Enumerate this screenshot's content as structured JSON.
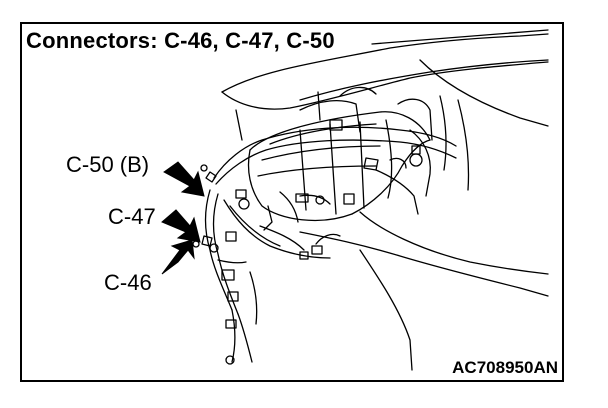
{
  "title": "Connectors: C-46, C-47, C-50",
  "connectors": [
    {
      "id": "C-50 (B)"
    },
    {
      "id": "C-47"
    },
    {
      "id": "C-46"
    }
  ],
  "figure_code": "AC708950AN"
}
